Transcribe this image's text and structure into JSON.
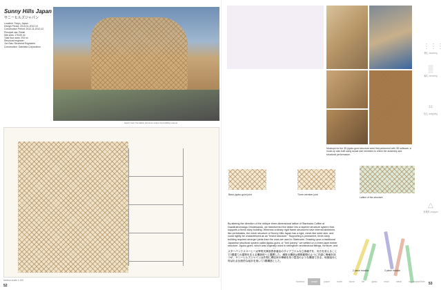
{
  "left_page": {
    "title": "Sunny Hills Japan",
    "subtitle_jp": "サニーヒルズジャパン",
    "meta": [
      "Location: Tokyo, Japan",
      "Design Period: 2010.01-2012.10",
      "Construction Period: 2012.11-2013.12",
      "Principal use: Retail",
      "Site area: 175.69 m²",
      "Total floor area: 293 m²",
      "Structural engineer:",
      "Jun Sato Structural Engineers",
      "Construction: Daishida Corporation"
    ],
    "photo_caption": "South view: the lattice structure wraps the building volume",
    "drawing_caption": "section scale 1:100",
    "page_number": "52"
  },
  "right_page": {
    "photo_caption": "Mockups for the 3D jigoku-gumi structure were first performed with 3D software; a mock-up was built using actual size members to check the assembly and structural performance.",
    "diagram_captions": [
      "Basic jigoku-gumi joint",
      "Three-member joint",
      "Lattice of the structure"
    ],
    "body_en": "By altering the direction of the oblique three-dimensional lattice of Starbucks Coffee at Dazaifutenmangu Omotesando, we transformed the lattice into a layered structure system that supports a three-story building. Whereas ordinary rigid frame structures have internal skeletons like vertebrates, the mesh structure of Sunny Hills Japan has a rigid, mesh-like outer skin, and could rightly be characterized as an \"insect structure.\" Supporting a permanent, three-story building required stronger joints than the ones we used in Starbucks. Drawing upon a traditional Japanese structural system called jigoku-gumi, or \"hell joinery,\" we settled on a three-layer timber structure. Jigoku-gumi, which was originally used to strengthen architectural fittings, furniture, and so on, is a three-layered lattice system. Whereas two-layered lattices are susceptible to slippage, the addition of a third layer prevents slippage and ensures frame rigidity.",
    "body_jp": "スターバックスコーヒー太宰府天満宮表参道店のダイアゴナルな立体格子を、向きを変えることで3層建ての建物を支える構造体へと展開した。通常の構造は脊椎動物のように内部に骨格を持つが、サニーヒルズジャパンは外殻に網目状の骨格を持つ昆虫のような構造である。地獄組みと呼ばれる伝統的な組手を用いて3層構造とした。",
    "stick_labels": [
      "2 piece module",
      "3 piece module"
    ],
    "side_icons": [
      {
        "icon": "stacking",
        "label": "積む stacking"
      },
      {
        "icon": "weaving",
        "label": "編む weaving"
      },
      {
        "icon": "wrapping",
        "label": "包む wrapping"
      },
      {
        "icon": "polygon",
        "label": "多角形 polygon"
      }
    ],
    "tabs": [
      "bamboo",
      "wood",
      "paper",
      "earth",
      "stone",
      "tile",
      "glass",
      "resin",
      "metal",
      "membrane/fiber"
    ],
    "active_tab": "wood",
    "page_number": "53"
  },
  "colors": {
    "wood": "#c9a06a",
    "active_tab": "#bbbbbb",
    "accent_green": "#3a9a5a"
  }
}
